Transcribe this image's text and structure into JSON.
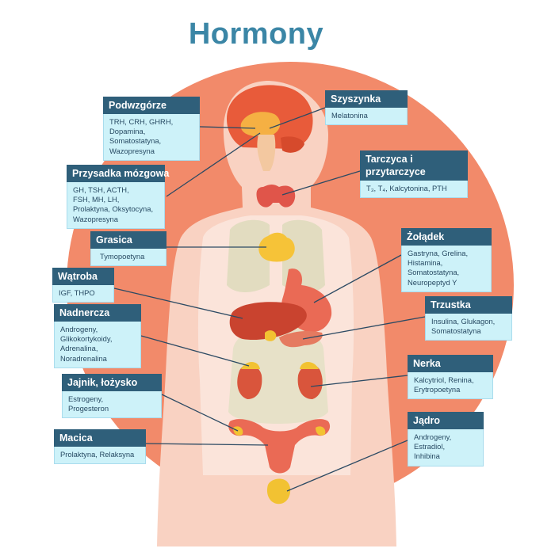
{
  "title": "Hormony",
  "colors": {
    "title": "#3b86a6",
    "header_bg": "#2f5f7a",
    "body_bg": "#cdf2f9",
    "leader_line": "#2c4a63",
    "circle": "#f28a6a",
    "body_silhouette": "#f9d2c2"
  },
  "labels": [
    {
      "id": "podwzgorze",
      "title": [
        "Podwzgórze"
      ],
      "items": [
        "TRH, CRH, GHRH,",
        "Dopamina,",
        "Somatostatyna,",
        "Wazopresyna"
      ]
    },
    {
      "id": "przysadka",
      "title": [
        "Przysadka mózgowa"
      ],
      "items": [
        "GH, TSH, ACTH,",
        "FSH, MH, LH,",
        "Prolaktyna, Oksytocyna,",
        "Wazopresyna"
      ]
    },
    {
      "id": "grasica",
      "title": [
        "Grasica"
      ],
      "items": [
        "Tymopoetyna"
      ]
    },
    {
      "id": "watroba",
      "title": [
        "Wątroba"
      ],
      "items": [
        "IGF, THPO"
      ]
    },
    {
      "id": "nadnercza",
      "title": [
        "Nadnercza"
      ],
      "items": [
        "Androgeny,",
        "Glikokortykoidy,",
        "Adrenalina,",
        "Noradrenalina"
      ]
    },
    {
      "id": "jajnik",
      "title": [
        "Jajnik, łożysko"
      ],
      "items": [
        "Estrogeny,",
        "Progesteron"
      ]
    },
    {
      "id": "macica",
      "title": [
        "Macica"
      ],
      "items": [
        "Prolaktyna, Relaksyna"
      ]
    },
    {
      "id": "szyszynka",
      "title": [
        "Szyszynka"
      ],
      "items": [
        "Melatonina"
      ]
    },
    {
      "id": "tarczyca",
      "title": [
        "Tarczyca",
        "i przytarczyce"
      ],
      "items": [
        "T₃, T₄, Kalcytonina, PTH"
      ]
    },
    {
      "id": "zoladek",
      "title": [
        "Żołądek"
      ],
      "items": [
        "Gastryna, Grelina,",
        "Histamina,",
        "Somatostatyna,",
        "Neuropeptyd Y"
      ]
    },
    {
      "id": "trzustka",
      "title": [
        "Trzustka"
      ],
      "items": [
        "Insulina, Glukagon,",
        "Somatostatyna"
      ]
    },
    {
      "id": "nerka",
      "title": [
        "Nerka"
      ],
      "items": [
        "Kalcytriol, Renina,",
        "Erytropoetyna"
      ]
    },
    {
      "id": "jadro",
      "title": [
        "Jądro"
      ],
      "items": [
        "Androgeny,",
        "Estradiol,",
        "Inhibina"
      ]
    }
  ]
}
